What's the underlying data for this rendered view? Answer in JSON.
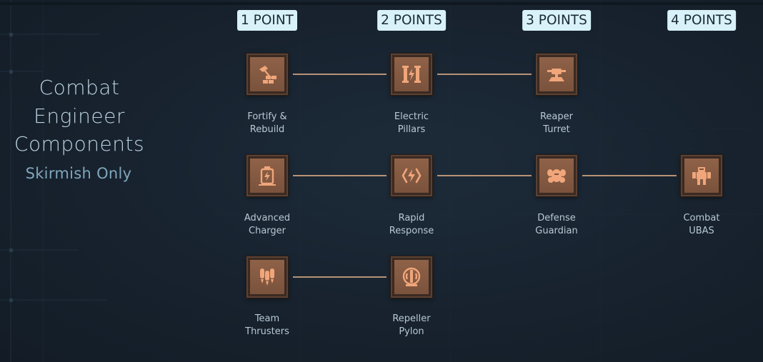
{
  "panel": {
    "title_lines": [
      "Combat",
      "Engineer",
      "Components"
    ],
    "subtitle": "Skirmish Only"
  },
  "tiers": [
    "1 POINT",
    "2 POINTS",
    "3 POINTS",
    "4 POINTS"
  ],
  "nodes": {
    "fortify_rebuild": {
      "label_lines": [
        "Fortify &",
        "Rebuild"
      ],
      "icon": "hammer-bricks-icon"
    },
    "electric_pillars": {
      "label_lines": [
        "Electric",
        "Pillars"
      ],
      "icon": "electric-pillars-icon"
    },
    "reaper_turret": {
      "label_lines": [
        "Reaper",
        "Turret"
      ],
      "icon": "turret-icon"
    },
    "advanced_charger": {
      "label_lines": [
        "Advanced",
        "Charger"
      ],
      "icon": "battery-charger-icon"
    },
    "rapid_response": {
      "label_lines": [
        "Rapid",
        "Response"
      ],
      "icon": "rapid-response-icon"
    },
    "defense_guardian": {
      "label_lines": [
        "Defense",
        "Guardian"
      ],
      "icon": "guardian-icon"
    },
    "combat_ubas": {
      "label_lines": [
        "Combat",
        "UBAS"
      ],
      "icon": "mech-robot-icon"
    },
    "team_thrusters": {
      "label_lines": [
        "Team",
        "Thrusters"
      ],
      "icon": "thrusters-icon"
    },
    "repeller_pylon": {
      "label_lines": [
        "Repeller",
        "Pylon"
      ],
      "icon": "pylon-icon"
    }
  },
  "colors": {
    "background": "#16212d",
    "tier_badge": "#d9f2fa",
    "node_tile": "#8f6248",
    "icon": "#f0a67a",
    "connector": "#b89376",
    "title_text": "#bcd2e0",
    "subtitle_text": "#7fa6bb",
    "label_text": "#b8c9d4"
  }
}
